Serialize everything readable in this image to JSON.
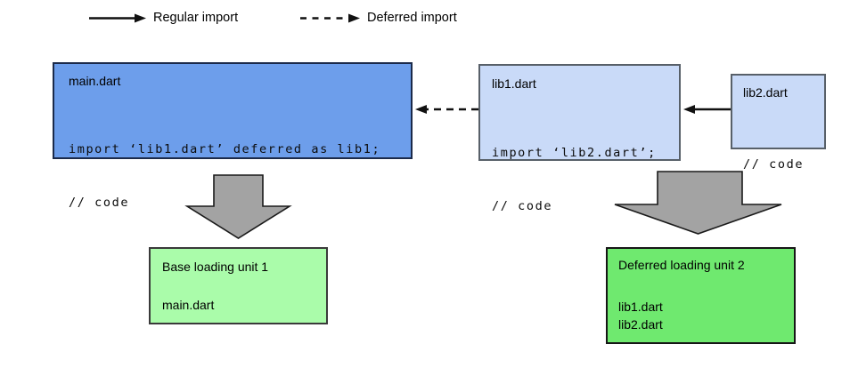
{
  "legend": {
    "regular_label": "Regular import",
    "deferred_label": "Deferred import"
  },
  "files": [
    {
      "title": "main.dart",
      "code": [
        "import ‘lib1.dart’ deferred as lib1;",
        "// code"
      ]
    },
    {
      "title": "lib1.dart",
      "code": [
        "import ‘lib2.dart’;",
        "// code"
      ]
    },
    {
      "title": "lib2.dart",
      "code": [
        "// code"
      ]
    }
  ],
  "loading_units": [
    {
      "title": "Base loading unit 1",
      "files": [
        "main.dart"
      ]
    },
    {
      "title": "Deferred loading unit 2",
      "files": [
        "lib1.dart",
        "lib2.dart"
      ]
    }
  ],
  "colors": {
    "main_file_fill": "#6d9eeb",
    "library_file_fill": "#c9daf8",
    "base_unit_fill": "#aafcaa",
    "deferred_unit_fill": "#6fe96f",
    "block_arrow_fill": "#a3a3a3",
    "arrow_stroke": "#111111"
  }
}
